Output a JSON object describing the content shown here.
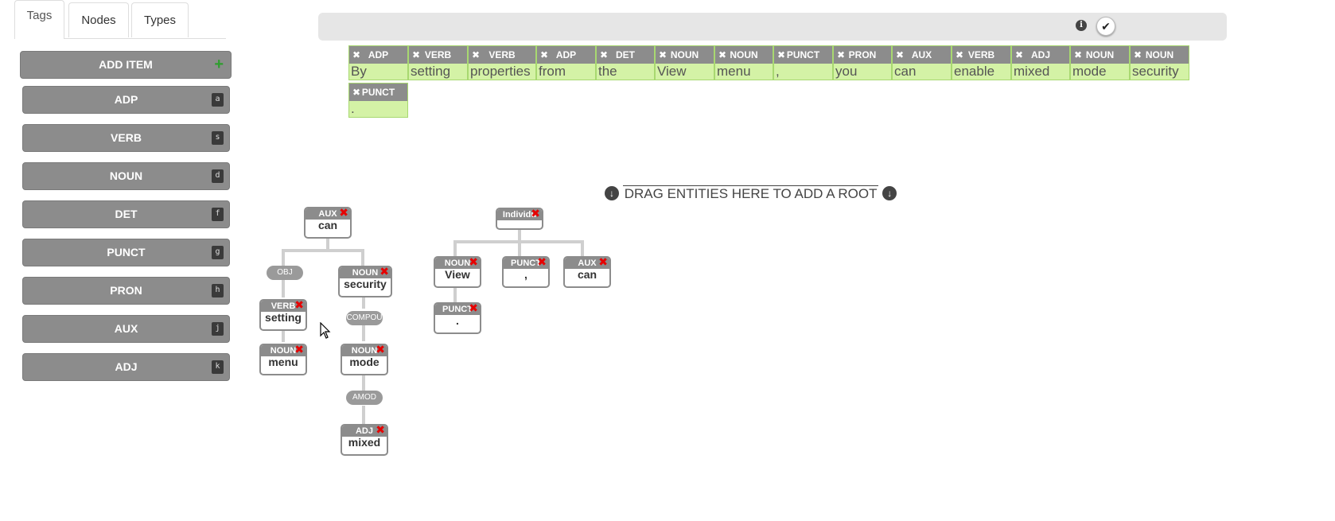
{
  "tabs": [
    "Tags",
    "Nodes",
    "Types"
  ],
  "sidebar": {
    "add_item": "ADD ITEM",
    "add_icon": "+",
    "tags": [
      {
        "label": "ADP",
        "key": "a"
      },
      {
        "label": "VERB",
        "key": "s"
      },
      {
        "label": "NOUN",
        "key": "d"
      },
      {
        "label": "DET",
        "key": "f"
      },
      {
        "label": "PUNCT",
        "key": "g"
      },
      {
        "label": "PRON",
        "key": "h"
      },
      {
        "label": "AUX",
        "key": "j"
      },
      {
        "label": "ADJ",
        "key": "k"
      }
    ]
  },
  "toolbar": {
    "info_icon": "i",
    "check_icon": "✔"
  },
  "tokens": [
    {
      "tag": "ADP",
      "word": "By"
    },
    {
      "tag": "VERB",
      "word": "setting"
    },
    {
      "tag": "VERB",
      "word": "properties"
    },
    {
      "tag": "ADP",
      "word": "from"
    },
    {
      "tag": "DET",
      "word": "the"
    },
    {
      "tag": "NOUN",
      "word": "View"
    },
    {
      "tag": "NOUN",
      "word": "menu"
    },
    {
      "tag": "PUNCT",
      "word": ","
    },
    {
      "tag": "PRON",
      "word": "you"
    },
    {
      "tag": "AUX",
      "word": "can"
    },
    {
      "tag": "VERB",
      "word": "enable"
    },
    {
      "tag": "ADJ",
      "word": "mixed"
    },
    {
      "tag": "NOUN",
      "word": "mode"
    },
    {
      "tag": "NOUN",
      "word": "security"
    },
    {
      "tag": "PUNCT",
      "word": "."
    }
  ],
  "token_remove_icon": "✖",
  "drag_root": "DRAG ENTITIES HERE TO ADD A ROOT",
  "tree": {
    "nodes": [
      {
        "tag": "AUX",
        "word": "can"
      },
      {
        "tag": "VERB",
        "word": "setting"
      },
      {
        "tag": "NOUN",
        "word": "menu"
      },
      {
        "tag": "NOUN",
        "word": "security"
      },
      {
        "tag": "NOUN",
        "word": "mode"
      },
      {
        "tag": "ADJ",
        "word": "mixed"
      },
      {
        "tag": "Individu",
        "word": ""
      },
      {
        "tag": "NOUN",
        "word": "View"
      },
      {
        "tag": "PUNCT",
        "word": ","
      },
      {
        "tag": "AUX",
        "word": "can"
      },
      {
        "tag": "PUNCT",
        "word": "."
      }
    ],
    "relations": [
      "OBJ",
      "COMPOU",
      "AMOD"
    ],
    "remove_icon": "✖"
  },
  "colors": {
    "tag_bg": "#8c8c8c",
    "token_bg": "#d4f2a6",
    "token_border": "#a8d870",
    "remove_red": "#e60000",
    "add_green": "#2e9e2e",
    "toolbar_bg": "#e6e6e6"
  }
}
